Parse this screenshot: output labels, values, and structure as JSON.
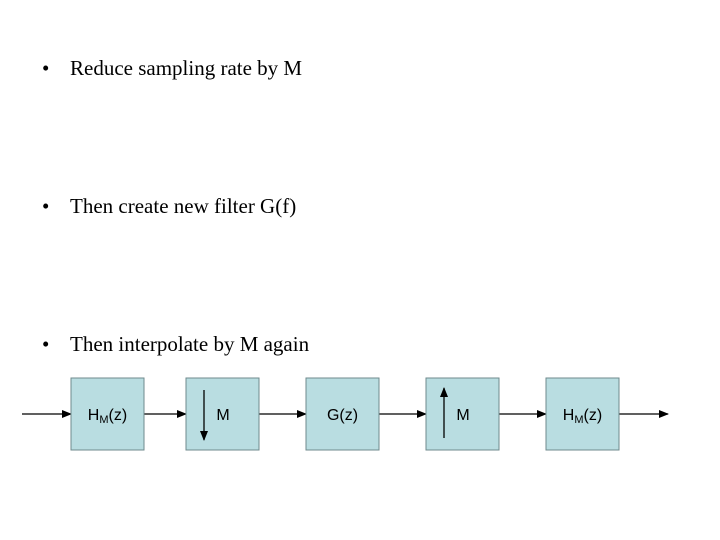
{
  "bullets": [
    {
      "marker": "•",
      "text": "Reduce sampling rate by M"
    },
    {
      "marker": "•",
      "text": "Then create new filter G(f)"
    },
    {
      "marker": "•",
      "text": "Then interpolate by M again"
    }
  ],
  "diagram": {
    "blocks": [
      {
        "main": "H",
        "sub": "M",
        "suffix": "(z)",
        "arrow": "none"
      },
      {
        "main": "M",
        "sub": "",
        "suffix": "",
        "arrow": "down"
      },
      {
        "main": "G(z)",
        "sub": "",
        "suffix": "",
        "arrow": "none"
      },
      {
        "main": "M",
        "sub": "",
        "suffix": "",
        "arrow": "up"
      },
      {
        "main": "H",
        "sub": "M",
        "suffix": "(z)",
        "arrow": "none"
      }
    ],
    "colors": {
      "block_fill": "#b9dde1",
      "block_border": "#6f8a8d",
      "wire": "#000000"
    }
  }
}
